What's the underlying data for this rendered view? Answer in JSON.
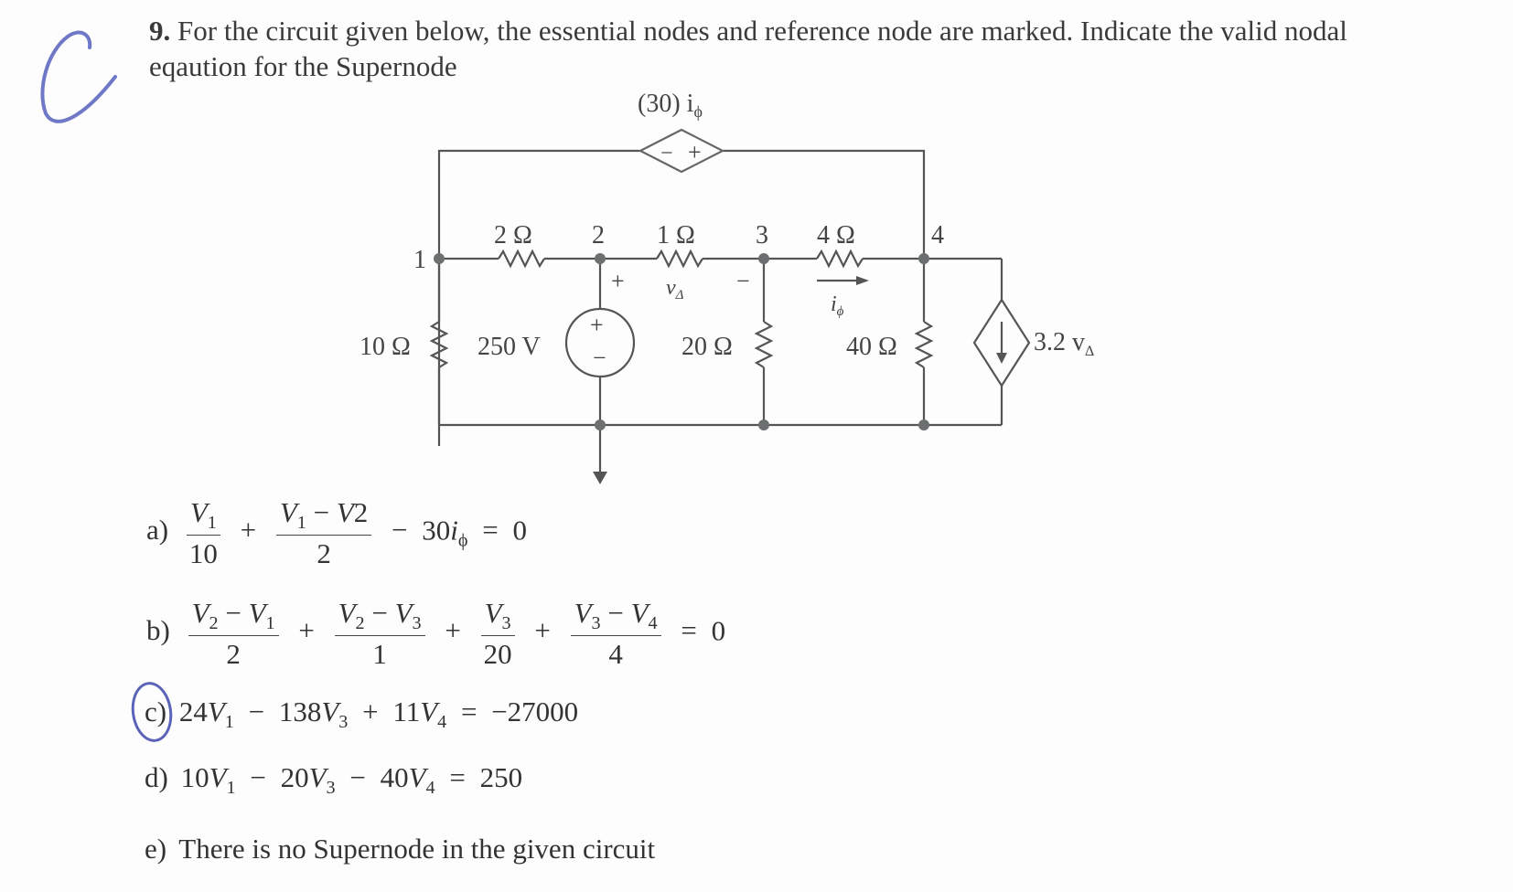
{
  "question": {
    "number": "9.",
    "text": "For the circuit given below, the essential nodes and reference node are marked. Indicate the valid nodal eqaution for the Supernode"
  },
  "handwritten_answer": "C",
  "circuit": {
    "nodes": [
      "1",
      "2",
      "3",
      "4"
    ],
    "dependent_voltage_source": {
      "label": "(30) i",
      "subscript": "ϕ",
      "minus": "−",
      "plus": "+"
    },
    "resistors": {
      "r12": "2 Ω",
      "r23": "1 Ω",
      "r34": "4 Ω",
      "r1g": "10 Ω",
      "r3g": "20 Ω",
      "r4g": "40 Ω"
    },
    "voltage_source": {
      "label": "250 V",
      "plus": "+",
      "minus": "−"
    },
    "v_delta": {
      "label": "v",
      "subscript": "Δ",
      "plus": "+",
      "minus": "−"
    },
    "i_phi": {
      "label": "i",
      "subscript": "ϕ"
    },
    "dependent_current_source": {
      "label": "3.2 v",
      "subscript": "Δ"
    }
  },
  "options": [
    {
      "id": "a",
      "label": "a)",
      "text": "V1/10 + (V1 − V2)/2 − 30iϕ = 0"
    },
    {
      "id": "b",
      "label": "b)",
      "text": "(V2 − V1)/2 + (V2 − V3)/1 + V3/20 + (V3 − V4)/4 = 0"
    },
    {
      "id": "c",
      "label": "c)",
      "text": "24V1 − 138V3 + 11V4 = −27000",
      "circled": true
    },
    {
      "id": "d",
      "label": "d)",
      "text": "10V1 − 20V3 − 40V4 = 250"
    },
    {
      "id": "e",
      "label": "e)",
      "text": "There is no Supernode in the given circuit"
    }
  ],
  "colors": {
    "ink": "#5a63b8",
    "wire": "#555555",
    "node": "#6b6f6f"
  }
}
